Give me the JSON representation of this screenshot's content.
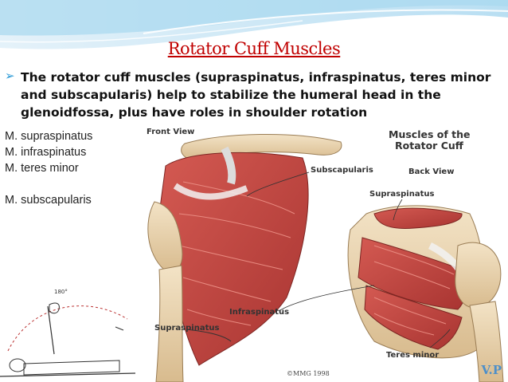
{
  "slide": {
    "title": "Rotator Cuff Muscles",
    "bullet": "The rotator cuff muscles (supraspinatus, infraspinatus, teres minor and subscapularis) help to stabilize the humeral head in the glenoidfossa, plus have roles in shoulder rotation",
    "muscles": [
      "M. supraspinatus",
      "M. infraspinatus",
      "M. teres minor",
      "M. subscapularis"
    ],
    "figure": {
      "front_view": "Front View",
      "back_view": "Back View",
      "heading_line1": "Muscles of the",
      "heading_line2": "Rotator Cuff",
      "subscapularis": "Subscapularis",
      "supraspinatus_back": "Supraspinatus",
      "infraspinatus": "Infraspinatus",
      "supraspinatus_front": "Supraspinatus",
      "teres_minor": "Teres minor",
      "copyright": "©MMG 1998"
    },
    "angle_label": "180°",
    "logo": "V.P"
  },
  "colors": {
    "title": "#c00000",
    "bullet": "#2c9ad6",
    "muscle": "#c0423f",
    "bone": "#e9d3b0"
  }
}
